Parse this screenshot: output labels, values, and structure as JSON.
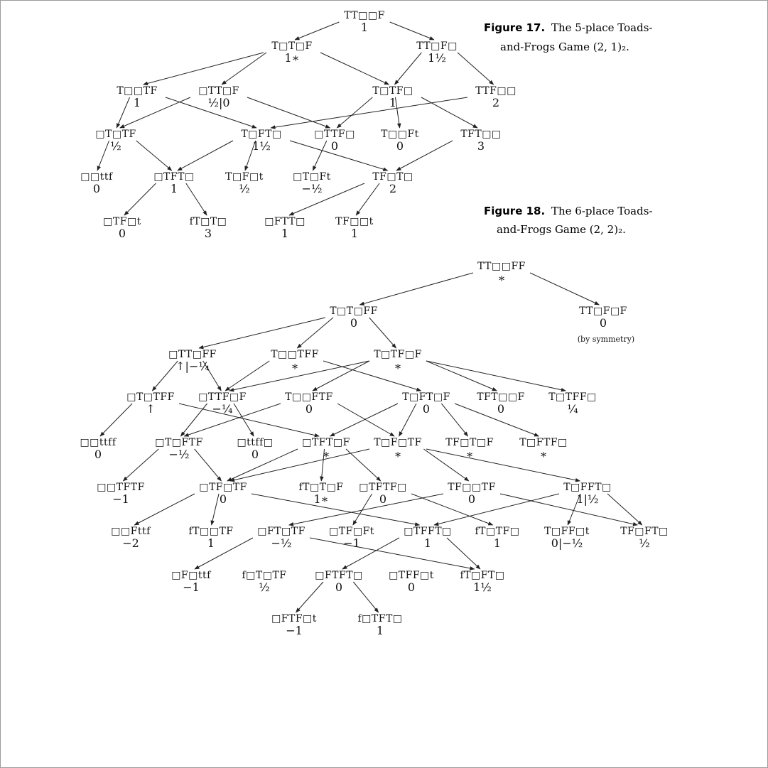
{
  "figure17": {
    "caption_title": "Figure 17.",
    "caption_line1": "The 5-place Toads-",
    "caption_line2": "and-Frogs Game (2, 1)₂.",
    "nodes": [
      {
        "id": "f17_root",
        "pos": "TT□□F",
        "val": "1"
      },
      {
        "id": "f17_a",
        "pos": "T□T□F",
        "val": "1∗"
      },
      {
        "id": "f17_b",
        "pos": "TT□F□",
        "val": "1½"
      },
      {
        "id": "f17_c",
        "pos": "T□□TF",
        "val": "1"
      },
      {
        "id": "f17_d",
        "pos": "□TT□F",
        "val": "½|0"
      },
      {
        "id": "f17_e",
        "pos": "T□TF□",
        "val": "1"
      },
      {
        "id": "f17_f",
        "pos": "TTF□□",
        "val": "2"
      },
      {
        "id": "f17_g",
        "pos": "□T□TF",
        "val": "½"
      },
      {
        "id": "f17_h",
        "pos": "T□FT□",
        "val": "1½"
      },
      {
        "id": "f17_i",
        "pos": "□TTF□",
        "val": "0"
      },
      {
        "id": "f17_j",
        "pos": "T□□Ft",
        "val": "0"
      },
      {
        "id": "f17_k",
        "pos": "TFT□□",
        "val": "3"
      },
      {
        "id": "f17_l",
        "pos": "□□ttf",
        "val": "0"
      },
      {
        "id": "f17_m",
        "pos": "□TFT□",
        "val": "1"
      },
      {
        "id": "f17_n",
        "pos": "T□F□t",
        "val": "½"
      },
      {
        "id": "f17_o",
        "pos": "□T□Ft",
        "val": "−½"
      },
      {
        "id": "f17_p",
        "pos": "TF□T□",
        "val": "2"
      },
      {
        "id": "f17_q",
        "pos": "□TF□t",
        "val": "0"
      },
      {
        "id": "f17_r",
        "pos": "fT□T□",
        "val": "3"
      },
      {
        "id": "f17_s",
        "pos": "□FTT□",
        "val": "1"
      },
      {
        "id": "f17_t",
        "pos": "TF□□t",
        "val": "1"
      }
    ]
  },
  "figure18": {
    "caption_title": "Figure 18.",
    "caption_line1": "The 6-place Toads-",
    "caption_line2": "and-Frogs Game (2, 2)₂.",
    "symmetry_note": "(by symmetry)",
    "nodes": [
      {
        "id": "f18_root",
        "pos": "TT□□FF",
        "val": "∗"
      },
      {
        "id": "f18_a",
        "pos": "T□T□FF",
        "val": "0"
      },
      {
        "id": "f18_b",
        "pos": "TT□F□F",
        "val": "0"
      },
      {
        "id": "f18_c",
        "pos": "□TT□FF",
        "val": "↑|−¼"
      },
      {
        "id": "f18_d",
        "pos": "T□□TFF",
        "val": "∗"
      },
      {
        "id": "f18_e",
        "pos": "T□TF□F",
        "val": "∗"
      },
      {
        "id": "f18_f",
        "pos": "□T□TFF",
        "val": "↑"
      },
      {
        "id": "f18_g",
        "pos": "□TTF□F",
        "val": "−¼"
      },
      {
        "id": "f18_h",
        "pos": "T□□FTF",
        "val": "0"
      },
      {
        "id": "f18_i",
        "pos": "T□FT□F",
        "val": "0"
      },
      {
        "id": "f18_j",
        "pos": "TFT□□F",
        "val": "0"
      },
      {
        "id": "f18_k",
        "pos": "T□TFF□",
        "val": "¼"
      },
      {
        "id": "f18_l",
        "pos": "□□ttff",
        "val": "0"
      },
      {
        "id": "f18_m",
        "pos": "□T□FTF",
        "val": "−½"
      },
      {
        "id": "f18_n",
        "pos": "□ttff□",
        "val": "0"
      },
      {
        "id": "f18_o",
        "pos": "□TFT□F",
        "val": "∗"
      },
      {
        "id": "f18_p",
        "pos": "T□F□TF",
        "val": "∗"
      },
      {
        "id": "f18_q",
        "pos": "TF□T□F",
        "val": "∗"
      },
      {
        "id": "f18_r",
        "pos": "T□FTF□",
        "val": "∗"
      },
      {
        "id": "f18_s",
        "pos": "□□TFTF",
        "val": "−1"
      },
      {
        "id": "f18_t",
        "pos": "□TF□TF",
        "val": "0"
      },
      {
        "id": "f18_u",
        "pos": "fT□T□F",
        "val": "1∗"
      },
      {
        "id": "f18_v",
        "pos": "□TFTF□",
        "val": "0"
      },
      {
        "id": "f18_w",
        "pos": "TF□□TF",
        "val": "0"
      },
      {
        "id": "f18_x",
        "pos": "T□FFT□",
        "val": "1|½"
      },
      {
        "id": "f18_y",
        "pos": "□□Fttf",
        "val": "−2"
      },
      {
        "id": "f18_z",
        "pos": "fT□□TF",
        "val": "1"
      },
      {
        "id": "f18_aa",
        "pos": "□FT□TF",
        "val": "−½"
      },
      {
        "id": "f18_ab",
        "pos": "□TF□Ft",
        "val": "−1"
      },
      {
        "id": "f18_ac",
        "pos": "□TFFT□",
        "val": "1"
      },
      {
        "id": "f18_ad",
        "pos": "fT□TF□",
        "val": "1"
      },
      {
        "id": "f18_ae",
        "pos": "T□FF□t",
        "val": "0|−½"
      },
      {
        "id": "f18_af",
        "pos": "TF□FT□",
        "val": "½"
      },
      {
        "id": "f18_ag",
        "pos": "□F□ttf",
        "val": "−1"
      },
      {
        "id": "f18_ah",
        "pos": "f□T□TF",
        "val": "½"
      },
      {
        "id": "f18_ai",
        "pos": "□FTFT□",
        "val": "0"
      },
      {
        "id": "f18_aj",
        "pos": "□TFF□t",
        "val": "0"
      },
      {
        "id": "f18_ak",
        "pos": "fT□FT□",
        "val": "1½"
      },
      {
        "id": "f18_al",
        "pos": "□FTF□t",
        "val": "−1"
      },
      {
        "id": "f18_am",
        "pos": "f□TFT□",
        "val": "1"
      }
    ]
  }
}
